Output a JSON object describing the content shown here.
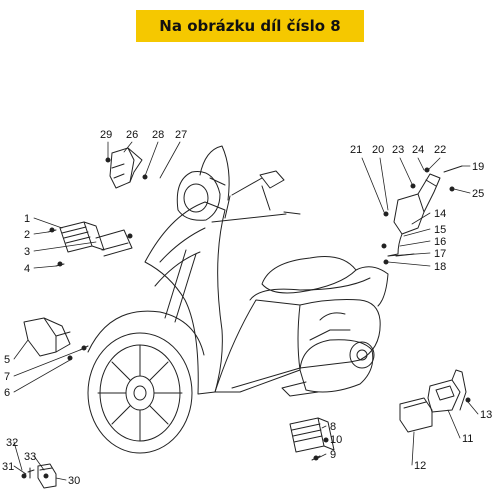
{
  "banner": {
    "text": "Na obrázku díl číslo 8"
  },
  "colors": {
    "banner_bg": "#f5c800",
    "line": "#222222"
  },
  "callouts": [
    "1",
    "2",
    "3",
    "4",
    "5",
    "6",
    "7",
    "8",
    "9",
    "10",
    "11",
    "12",
    "13",
    "14",
    "15",
    "16",
    "17",
    "18",
    "19",
    "20",
    "21",
    "22",
    "23",
    "24",
    "25",
    "26",
    "27",
    "28",
    "29",
    "30",
    "31",
    "32",
    "33"
  ]
}
